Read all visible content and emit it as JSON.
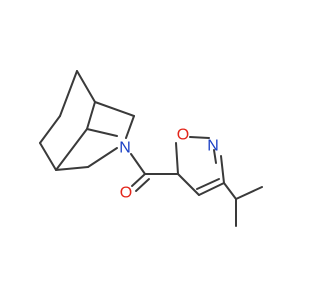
{
  "molecule": {
    "atoms": {
      "amide_n": {
        "symbol": "N",
        "color": "#1a3fc4"
      },
      "carbonyl_o": {
        "symbol": "O",
        "color": "#e3261b"
      },
      "ring_o": {
        "symbol": "O",
        "color": "#e3261b"
      },
      "ring_n": {
        "symbol": "N",
        "color": "#1a3fc4"
      }
    },
    "bond_color": "#3a3a3a",
    "background": "#ffffff"
  }
}
